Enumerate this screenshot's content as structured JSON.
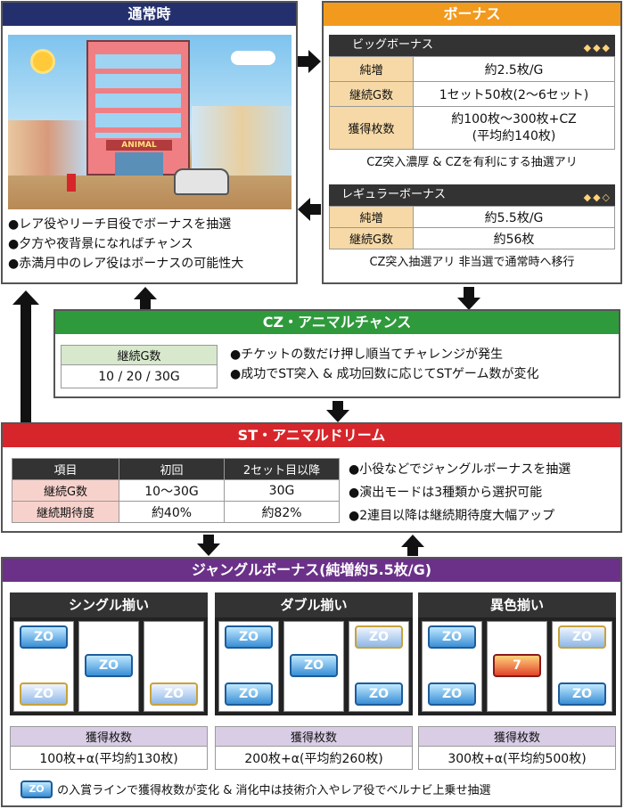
{
  "normal": {
    "title": "通常時",
    "sign": "ANIMAL",
    "bullets": [
      "●レア役やリーチ目役でボーナスを抽選",
      "●夕方や夜背景になればチャンス",
      "●赤満月中のレア役はボーナスの可能性大"
    ]
  },
  "bonus": {
    "title": "ボーナス",
    "big": {
      "title": "ビッグボーナス",
      "rows": [
        {
          "label": "純増",
          "value": "約2.5枚/G"
        },
        {
          "label": "継続G数",
          "value": "1セット50枚(2〜6セット)"
        },
        {
          "label": "獲得枚数",
          "value": "約100枚〜300枚+CZ\n(平均約140枚)"
        }
      ],
      "note": "CZ突入濃厚 & CZを有利にする抽選アリ"
    },
    "regular": {
      "title": "レギュラーボーナス",
      "rows": [
        {
          "label": "純増",
          "value": "約5.5枚/G"
        },
        {
          "label": "継続G数",
          "value": "約56枚"
        }
      ],
      "note": "CZ突入抽選アリ 非当選で通常時へ移行"
    }
  },
  "cz": {
    "title": "CZ・アニマルチャンス",
    "table_label": "継続G数",
    "table_value": "10 / 20 / 30G",
    "bullets": [
      "●チケットの数だけ押し順当てチャレンジが発生",
      "●成功でST突入 & 成功回数に応じてSTゲーム数が変化"
    ]
  },
  "st": {
    "title": "ST・アニマルドリーム",
    "headers": [
      "項目",
      "初回",
      "2セット目以降"
    ],
    "rows": [
      [
        "継続G数",
        "10〜30G",
        "30G"
      ],
      [
        "継続期待度",
        "約40%",
        "約82%"
      ]
    ],
    "bullets": [
      "●小役などでジャングルボーナスを抽選",
      "●演出モードは3種類から選択可能",
      "●2連目以降は継続期待度大幅アップ"
    ]
  },
  "jungle": {
    "title": "ジャングルボーナス(純増約5.5枚/G)",
    "symbol_text": "ZO",
    "cols": [
      {
        "title": "シングル揃い",
        "label": "獲得枚数",
        "value": "100枚+α(平均約130枚)"
      },
      {
        "title": "ダブル揃い",
        "label": "獲得枚数",
        "value": "200枚+α(平均約260枚)"
      },
      {
        "title": "異色揃い",
        "label": "獲得枚数",
        "value": "300枚+α(平均約500枚)"
      }
    ],
    "footer": "の入賞ラインで獲得枚数が変化 & 消化中は技術介入やレア役でベルナビ上乗せ抽選"
  }
}
